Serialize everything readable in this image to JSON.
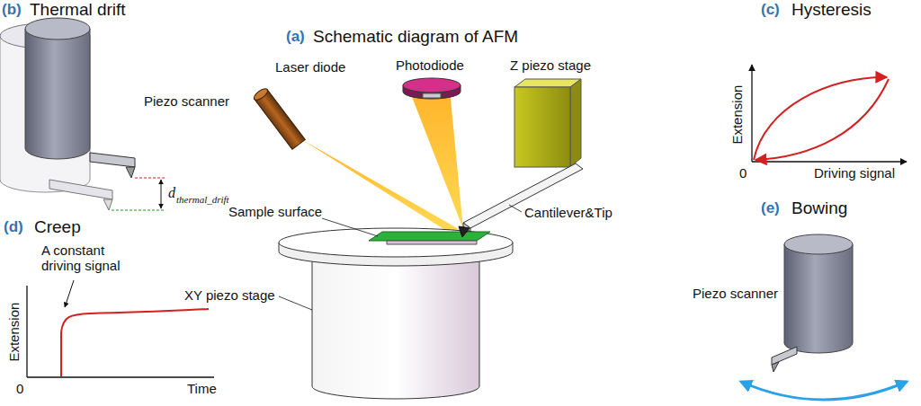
{
  "diagram": {
    "labels": [
      "(b)",
      "Thermal drift",
      "(a)",
      "Schematic diagram of AFM",
      "(c)",
      "Hysteresis",
      "Photodiode",
      "Laser diode",
      "Z piezo stage",
      "Piezo scanner",
      "Extension",
      "0",
      "Driving signal",
      "d",
      "thermal_drift",
      "(d)",
      "Creep",
      "(e)",
      "Bowing",
      "Sample surface",
      "Cantilever&Tip",
      "A constant driving signal",
      "Extension",
      "Piezo scanner",
      "XY piezo stage",
      "0",
      "Time"
    ]
  }
}
